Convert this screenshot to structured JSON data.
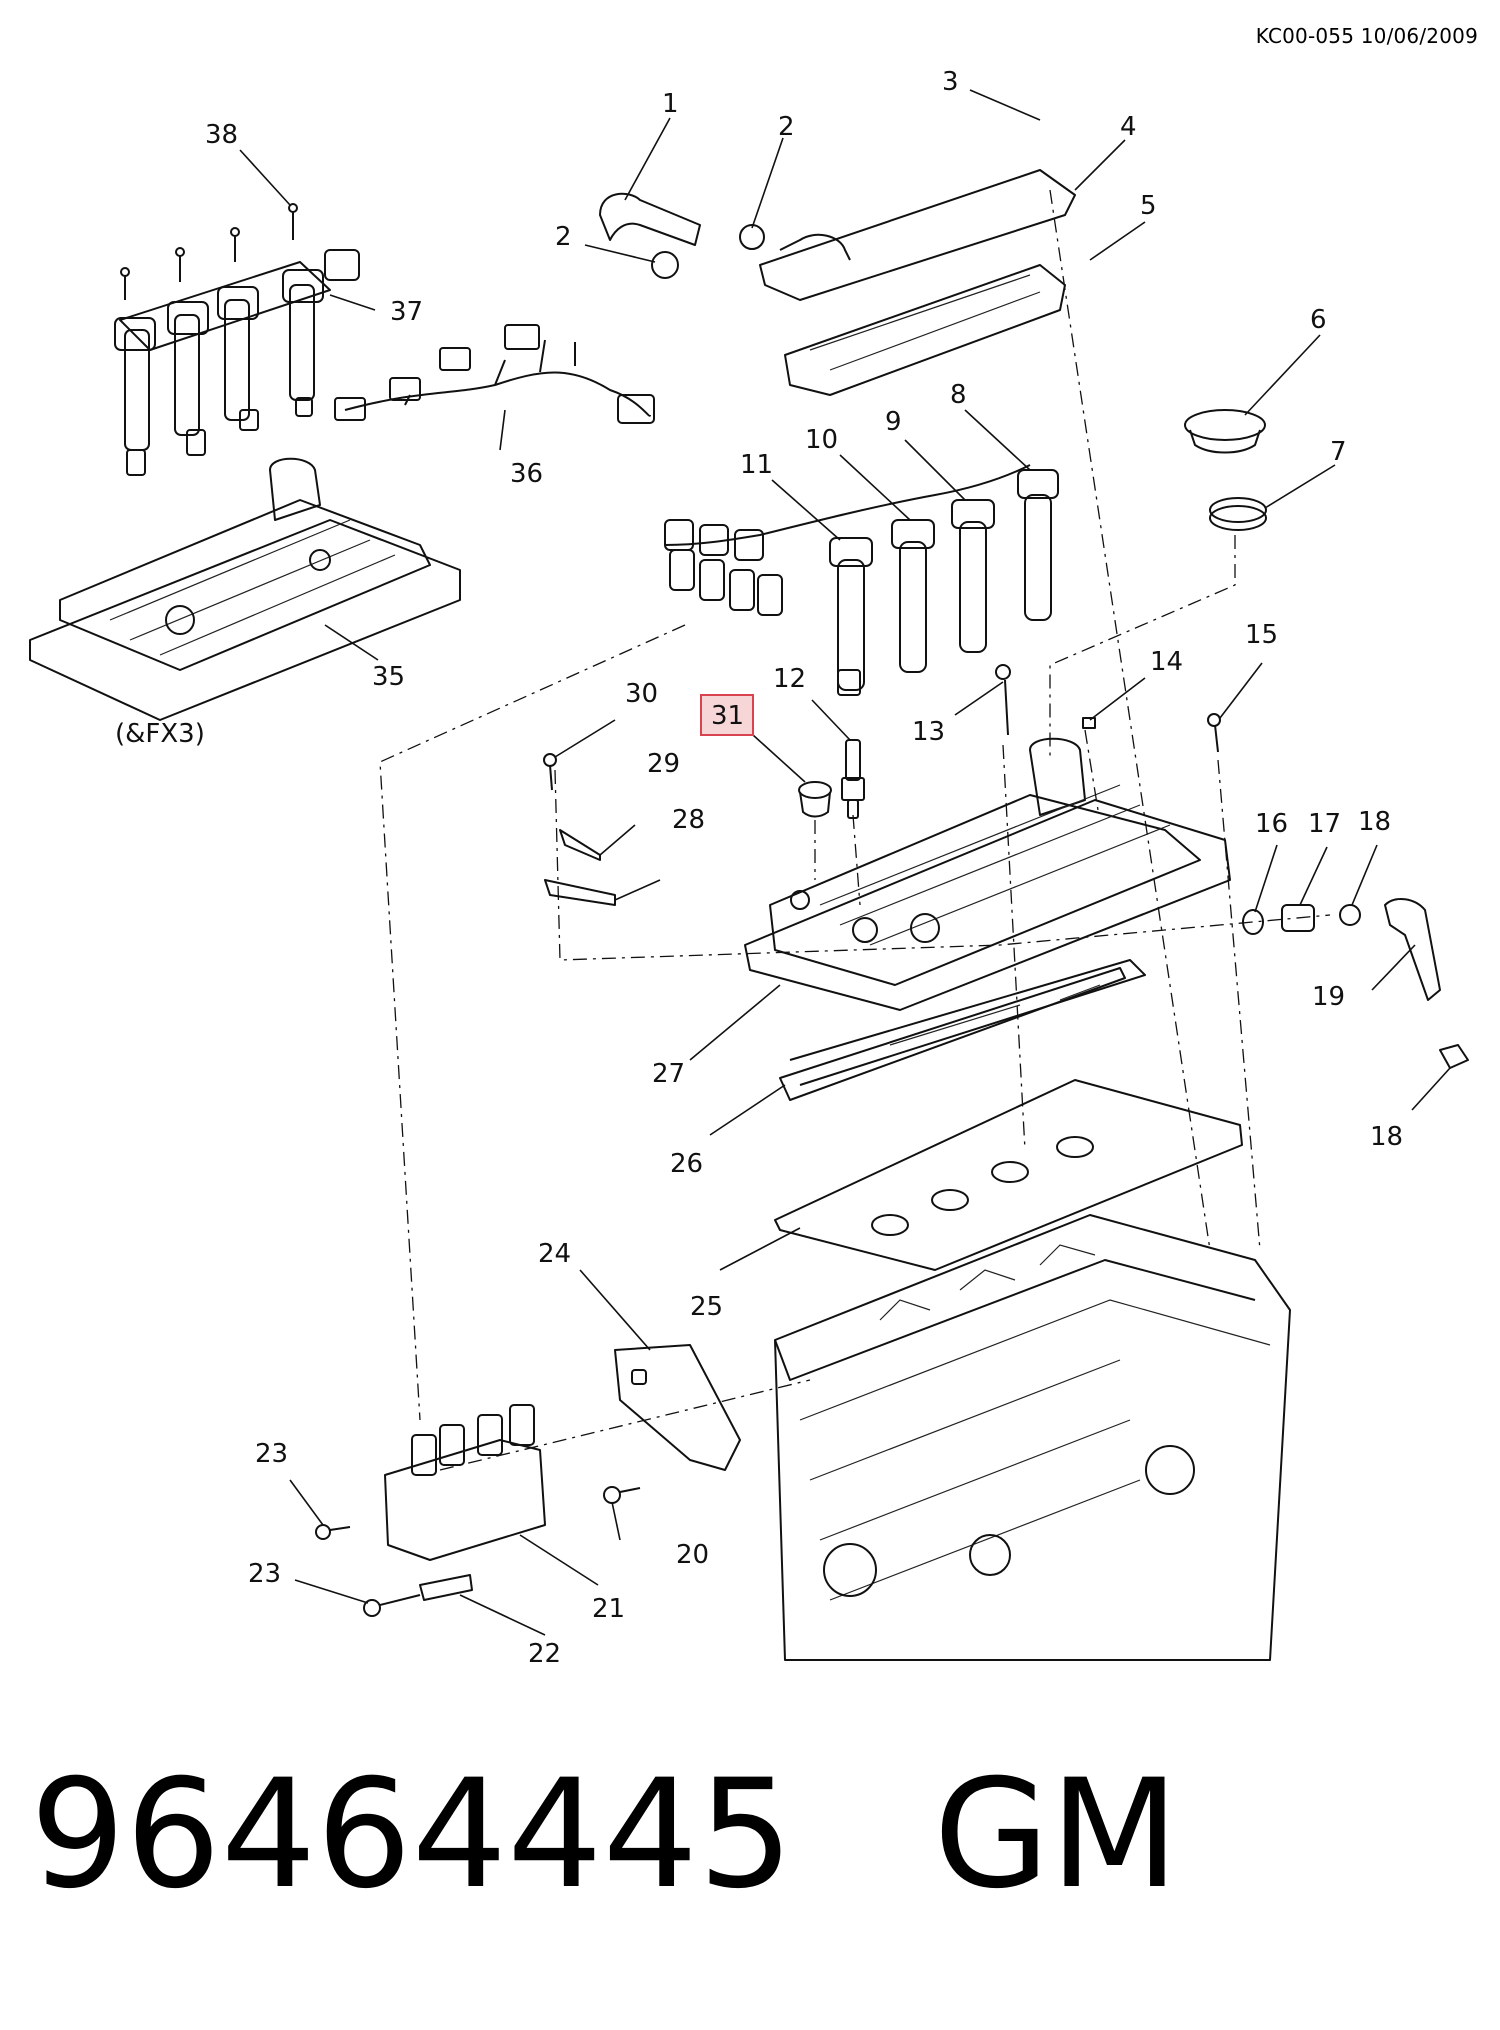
{
  "header": {
    "code": "KC00-055 10/06/2009"
  },
  "footer": {
    "part_number": "96464445",
    "brand": "GM"
  },
  "note": "(&FX3)",
  "highlighted_callout": "31",
  "callouts": [
    "1",
    "2",
    "2",
    "3",
    "4",
    "5",
    "6",
    "7",
    "8",
    "9",
    "10",
    "11",
    "12",
    "13",
    "14",
    "15",
    "16",
    "17",
    "18",
    "18",
    "19",
    "20",
    "21",
    "22",
    "23",
    "23",
    "24",
    "25",
    "26",
    "27",
    "28",
    "29",
    "30",
    "31",
    "35",
    "36",
    "37",
    "38"
  ]
}
